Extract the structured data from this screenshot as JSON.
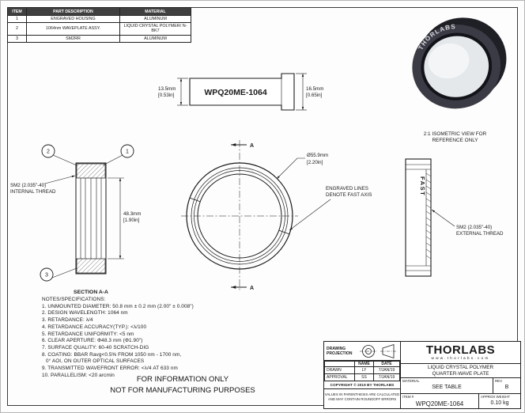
{
  "parts_table": {
    "headers": [
      "ITEM",
      "PART DESCRIPTION",
      "MATERIAL"
    ],
    "rows": [
      {
        "item": "1",
        "description": "ENGRAVED HOUSING",
        "material": "ALUMINUM"
      },
      {
        "item": "2",
        "description": "1064nm WAVEPLATE ASSY.",
        "material": "LIQUID CRYSTAL POLYMER/ N-BK7"
      },
      {
        "item": "3",
        "description": "SM2RR",
        "material": "ALUMINUM"
      }
    ]
  },
  "side_view": {
    "part_label": "WPQ20ME-1064",
    "dim_left_mm": "13.5mm",
    "dim_left_in": "[0.53in]",
    "dim_right_mm": "16.5mm",
    "dim_right_in": "[0.65in]"
  },
  "iso_view": {
    "brand_arc_text": "THORLABS",
    "caption_line1": "2:1 ISOMETRIC VIEW FOR",
    "caption_line2": "REFERENCE ONLY"
  },
  "section_view": {
    "balloon_1": "1",
    "balloon_2": "2",
    "balloon_3": "3",
    "thread_line1": "SM2 (2.035\"-40)",
    "thread_line2": "INTERNAL THREAD",
    "dim_mm": "48.3mm",
    "dim_in": "[1.90in]",
    "caption": "SECTION A-A"
  },
  "front_view": {
    "dim_mm": "Ø55.9mm",
    "dim_in": "[2.20in]",
    "section_letter_top": "A",
    "section_letter_bottom": "A",
    "note_line1": "ENGRAVED LINES",
    "note_line2": "DENOTE FAST AXIS"
  },
  "right_view": {
    "fast_label": "FAST",
    "thread_line1": "SM2 (2.035\"-40)",
    "thread_line2": "EXTERNAL THREAD"
  },
  "notes": {
    "title": "NOTES/SPECIFICATIONS:",
    "lines": [
      "1. UNMOUNTED DIAMETER: 50.8 mm ± 0.2 mm (2.00\" ± 0.008\")",
      "2. DESIGN WAVELENGTH: 1064 nm",
      "3. RETARDANCE: λ/4",
      "4. RETARDANCE ACCURACY(TYP.): <λ/100",
      "5. RETARDANCE UNIFORMITY: <5 nm",
      "6. CLEAR APERTURE: Φ48.3 mm (Φ1.90\")",
      "7. SURFACE QUALITY: 60-40 SCRATCH-DIG",
      "8. COATING: BBAR Ravg<0.5% FROM 1050 nm - 1700 nm,",
      "0° AOI, ON OUTER OPTICAL SURFACES",
      "9. TRANSMITTED WAVEFRONT ERROR: <λ/4 AT 633 nm",
      "10. PARALLELISM: <20 arcmin"
    ]
  },
  "info_notice": {
    "line1": "FOR INFORMATION ONLY",
    "line2": "NOT FOR MANUFACTURING PURPOSES"
  },
  "title_block": {
    "projection_label": "DRAWING PROJECTION",
    "name_header": "NAME",
    "date_header": "DATE",
    "drawn_label": "DRAWN",
    "drawn_name": "LY",
    "drawn_date": "7/JAN/19",
    "approval_label": "APPROVAL",
    "approval_name": "SS",
    "approval_date": "7/JAN/19",
    "copyright": "COPYRIGHT © 2019 BY THORLABS",
    "disclaimer_line1": "VALUES IN PARENTHESIS ARE CALCULATED",
    "disclaimer_line2": "AND MAY CONTAIN ROUNDOFF ERRORS",
    "brand": "THORLABS",
    "website": "www.thorlabs.com",
    "product_line1": "LIQUID CRYSTAL POLYMER",
    "product_line2": "QUARTER-WAVE PLATE",
    "material_label": "MATERIAL",
    "material_value": "SEE TABLE",
    "rev_label": "REV",
    "rev_value": "B",
    "item_label": "ITEM #",
    "item_value": "WPQ20ME-1064",
    "weight_label": "APPROX WEIGHT",
    "weight_value": "0.10 kg"
  },
  "colors": {
    "line": "#1a1a1a",
    "table_header_bg": "#3f3f3f",
    "housing_dark": "#3b3b45"
  }
}
